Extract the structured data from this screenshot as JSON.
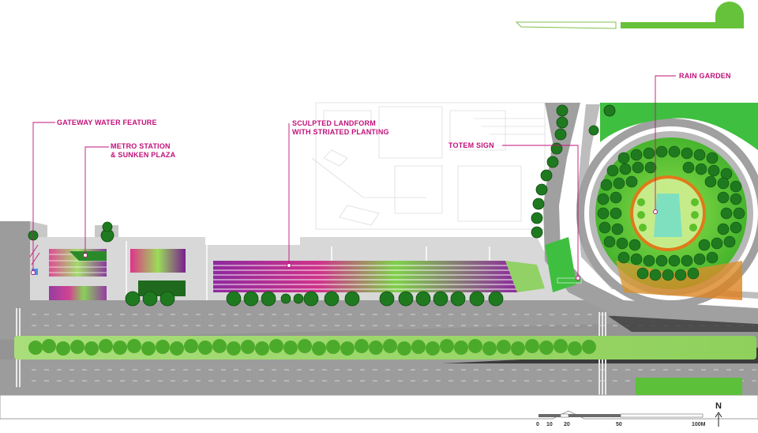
{
  "callouts": {
    "gateway_water_feature": "GATEWAY WATER FEATURE",
    "metro_station_line1": "METRO STATION",
    "metro_station_line2": "& SUNKEN PLAZA",
    "sculpted_landform_line1": "SCULPTED LANDFORM",
    "sculpted_landform_line2": "WITH STRIATED PLANTING",
    "totem_sign": "TOTEM SIGN",
    "rain_garden": "RAIN GARDEN"
  },
  "scale_bar": {
    "ticks": [
      "0",
      "10",
      "20",
      "50",
      "100M"
    ]
  },
  "north_arrow": {
    "label": "N"
  },
  "colors": {
    "callout_text": "#c2117a",
    "leader_line": "#c2117a",
    "tree_dark": "#1f7a1f",
    "tree_light": "#5cc02a",
    "median_green": "#9fdb6e",
    "lawn_green": "#3fbf3f",
    "road_gray": "#9a9a9a",
    "plaza_gray": "#d6d6d6",
    "stripe_purple": "#8e2a9e",
    "stripe_pink": "#e0338a",
    "rain_garden_ring": "#e07a1a",
    "rain_garden_pool": "#7fe0c0"
  }
}
